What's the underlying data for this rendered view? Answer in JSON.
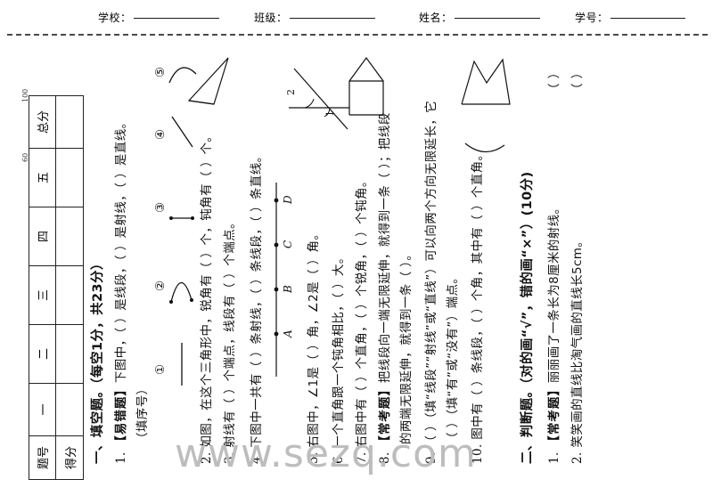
{
  "header": {
    "fields": [
      {
        "label": "学校："
      },
      {
        "label": "班级："
      },
      {
        "label": "姓名："
      },
      {
        "label": "学号："
      }
    ]
  },
  "score_table": {
    "row_labels": [
      "题号",
      "得分"
    ],
    "columns": [
      "一",
      "二",
      "三",
      "四",
      "五",
      "总分"
    ],
    "annotations": [
      {
        "text": "60",
        "near_column": "五"
      },
      {
        "text": "100",
        "near_column": "总分"
      }
    ]
  },
  "sections": [
    {
      "id": "section-one",
      "heading": "一、填空题。（每空1分，共23分）",
      "questions": [
        {
          "number": "1.",
          "tag": "【易错题】",
          "text": "下图中，（    ）是线段，（    ）是射线，（    ）是直线。",
          "text2": "（填序号）",
          "labels": [
            "①",
            "②",
            "③",
            "④",
            "⑤"
          ]
        },
        {
          "number": "2.",
          "text": "如图，在这个三角形中，锐角有（    ）个，钝角有（    ）个。"
        },
        {
          "number": "3.",
          "text": "射线有（    ）个端点，线段有（    ）个端点。"
        },
        {
          "number": "4.",
          "text": "下图中一共有（    ）条射线，（    ）条线段，（    ）条直线。",
          "point_labels": [
            "A",
            "B",
            "C",
            "D"
          ]
        },
        {
          "number": "5.",
          "text": "右图中，∠1是（    ）角，∠2是（    ）角。",
          "angle_labels": [
            "1",
            "2"
          ]
        },
        {
          "number": "6.",
          "text": "一个直角跟一个钝角相比，（    ）大。"
        },
        {
          "number": "7.",
          "text": "右图中有（    ）个直角，（    ）个锐角，（    ）个钝角。"
        },
        {
          "number": "8.",
          "tag": "【常考题】",
          "text": "把线段向一端无限延伸，就得到一条（    ）；把线段",
          "text2": "的两端无限延伸，就得到一条（    ）。"
        },
        {
          "number": "9.",
          "text": "（    ）（填“线段”“射线”或“直线”）可以向两个方向无限延长，它",
          "text2": "（    ）（填“有”或“没有”）端点。"
        },
        {
          "number": "10.",
          "text": "图中有（    ）条线段，（    ）个角，其中有（    ）个直角。"
        }
      ]
    },
    {
      "id": "section-two",
      "heading": "二、判断题。（对的画“√”，错的画“×”）(10分)",
      "questions": [
        {
          "number": "1.",
          "tag": "【常考题】",
          "text": "丽丽画了一条长为8厘米的射线。",
          "answer": "（    ）"
        },
        {
          "number": "2.",
          "text": "笑笑画的直线比淘气画的直线长5cm。",
          "answer": "（    ）"
        }
      ]
    }
  ],
  "watermark": {
    "text": "www.sezq.com",
    "color": "#bdbdbd"
  }
}
